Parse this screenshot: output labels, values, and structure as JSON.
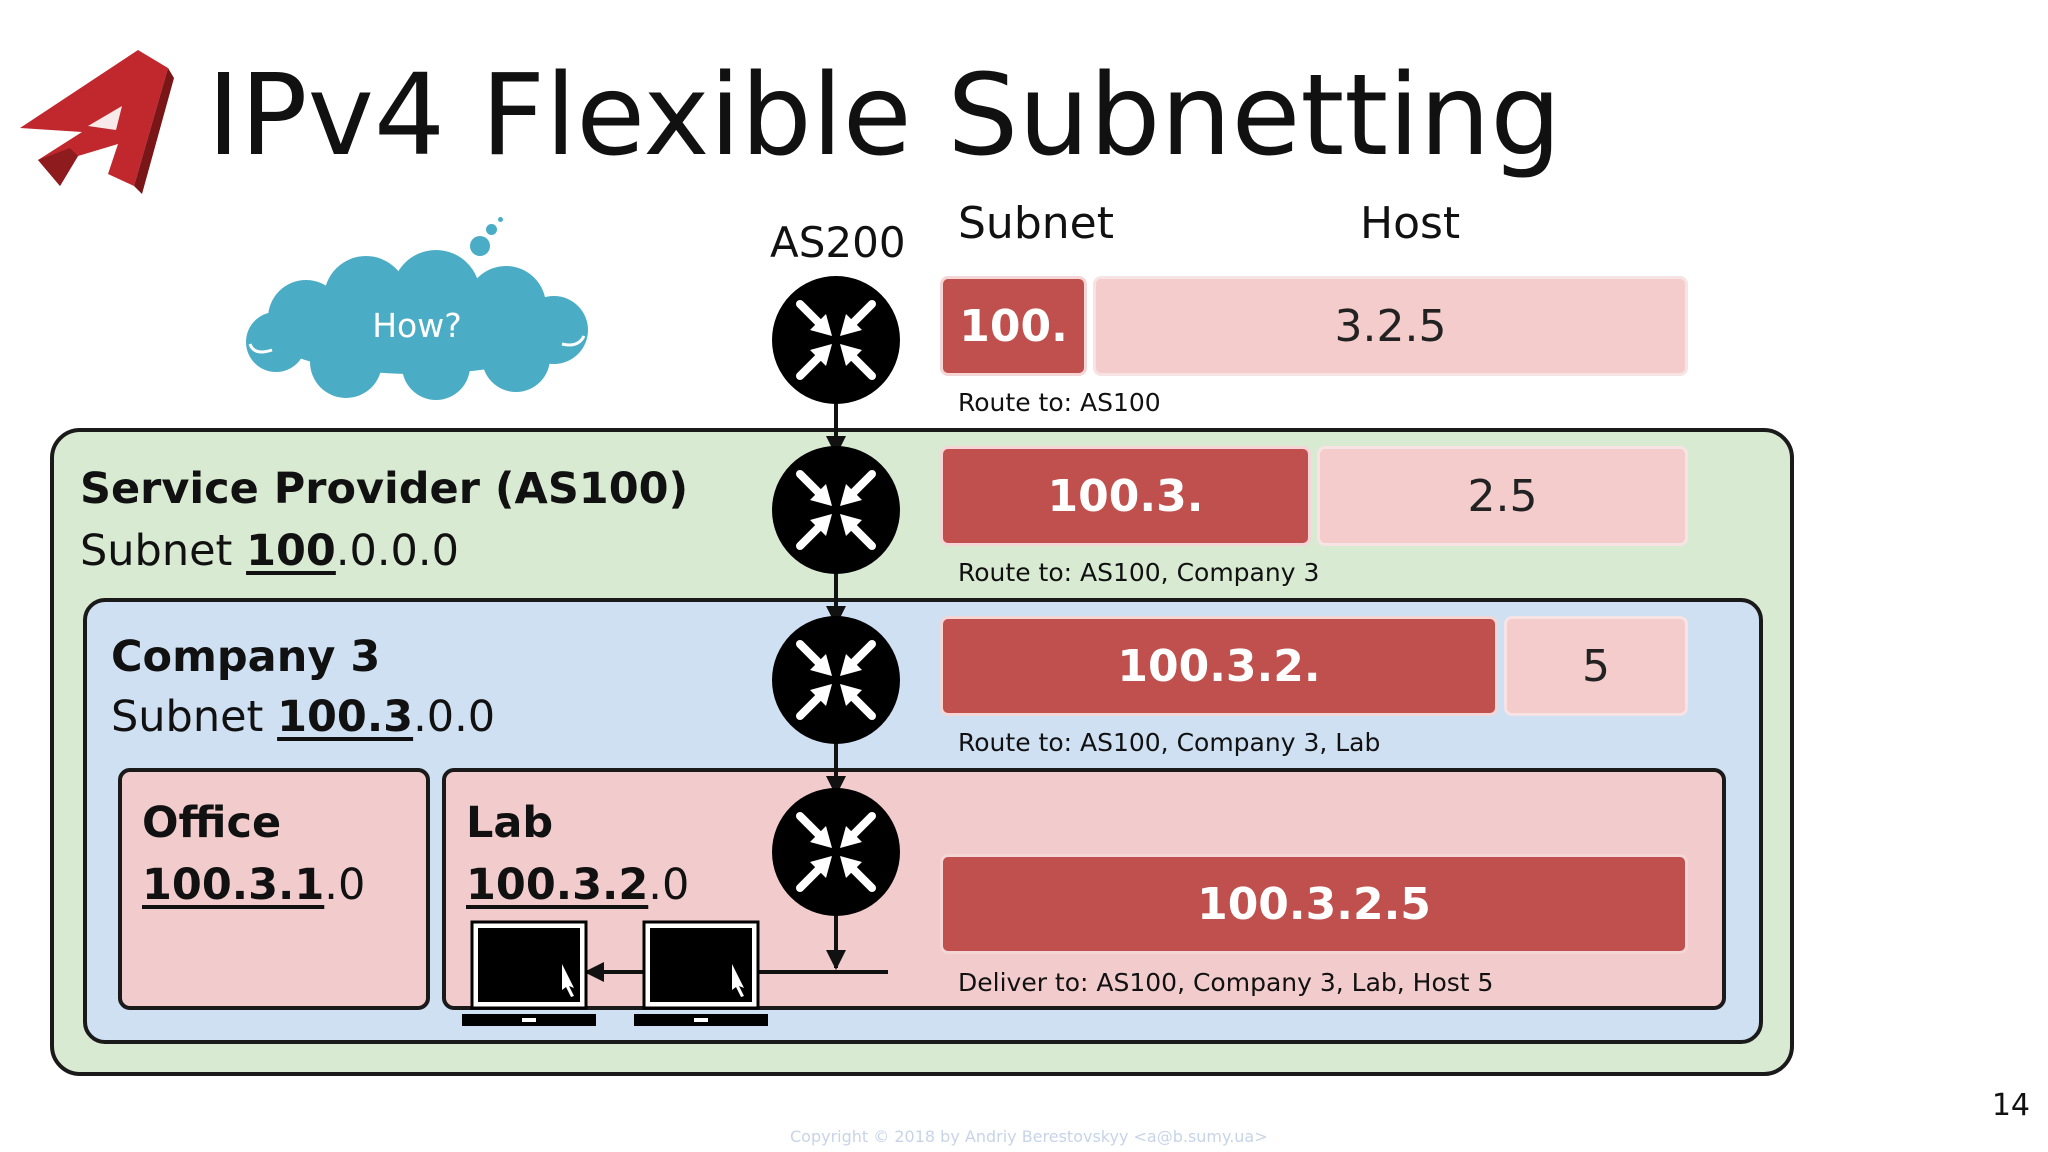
{
  "title": "IPv4 Flexible Subnetting",
  "thought_cloud": {
    "text": "How?"
  },
  "as200_label": "AS200",
  "column_headers": {
    "subnet": "Subnet",
    "host": "Host"
  },
  "levels": [
    {
      "network": "100.",
      "host": "3.2.5",
      "route": "Route to: AS100",
      "network_fraction": 0.2
    },
    {
      "network": "100.3.",
      "host": "2.5",
      "route": "Route to: AS100, Company 3",
      "network_fraction": 0.5
    },
    {
      "network": "100.3.2.",
      "host": "5",
      "route": "Route to: AS100, Company 3, Lab",
      "network_fraction": 0.75
    },
    {
      "network": "100.3.2.5",
      "host": "",
      "route": "Deliver to: AS100, Company 3, Lab, Host 5",
      "network_fraction": 1.0
    }
  ],
  "zones": {
    "provider": {
      "name": "Service Provider (AS100)",
      "subnet_prefix": "Subnet ",
      "subnet_bold": "100",
      "subnet_rest": ".0.0.0"
    },
    "company": {
      "name": "Company 3",
      "subnet_prefix": "Subnet ",
      "subnet_bold": "100.3",
      "subnet_rest": ".0.0"
    },
    "office": {
      "name": "Office",
      "subnet_bold": "100.3.1",
      "subnet_rest": ".0"
    },
    "lab": {
      "name": "Lab",
      "subnet_bold": "100.3.2",
      "subnet_rest": ".0"
    }
  },
  "page_number": "14",
  "copyright": "Copyright © 2018 by Andriy Berestovskyy <a@b.sumy.ua>",
  "colors": {
    "network_segment": "#c0504d",
    "host_segment": "#f4cccc",
    "provider_zone": "#d9ead3",
    "company_zone": "#cfe0f3",
    "subnet_zone": "#f2cccc",
    "cloud": "#4bacc6",
    "logo": "#c0282d"
  },
  "icons": [
    "router-icon",
    "laptop-icon",
    "thought-cloud-icon",
    "logo-icon"
  ]
}
